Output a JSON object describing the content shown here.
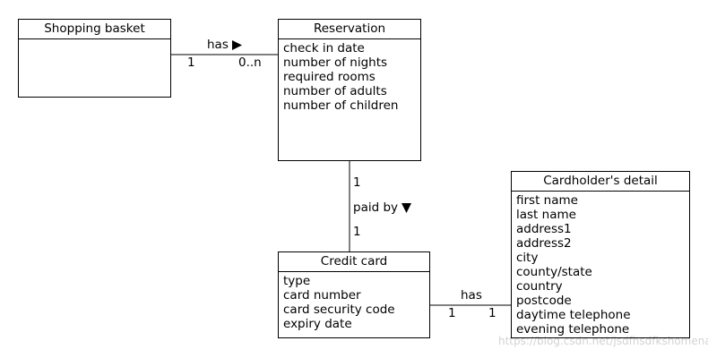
{
  "classes": {
    "shopping_basket": {
      "name": "Shopping basket",
      "attributes": []
    },
    "reservation": {
      "name": "Reservation",
      "attributes": [
        "check in date",
        "number of nights",
        "required rooms",
        "number of adults",
        "number of children"
      ]
    },
    "credit_card": {
      "name": "Credit card",
      "attributes": [
        "type",
        "card number",
        "card security code",
        "expiry date"
      ]
    },
    "cardholder": {
      "name": "Cardholder's detail",
      "attributes": [
        "first name",
        "last name",
        "address1",
        "address2",
        "city",
        "county/state",
        "country",
        "postcode",
        "daytime telephone",
        "evening telephone"
      ]
    }
  },
  "associations": {
    "basket_reservation": {
      "label": "has",
      "mult_source": "1",
      "mult_target": "0..n"
    },
    "reservation_card": {
      "label": "paid by",
      "mult_source": "1",
      "mult_target": "1"
    },
    "card_cardholder": {
      "label": "has",
      "mult_source": "1",
      "mult_target": "1"
    }
  },
  "watermark": "https://blog.csdn.net/jsdfhsdfkshomena"
}
